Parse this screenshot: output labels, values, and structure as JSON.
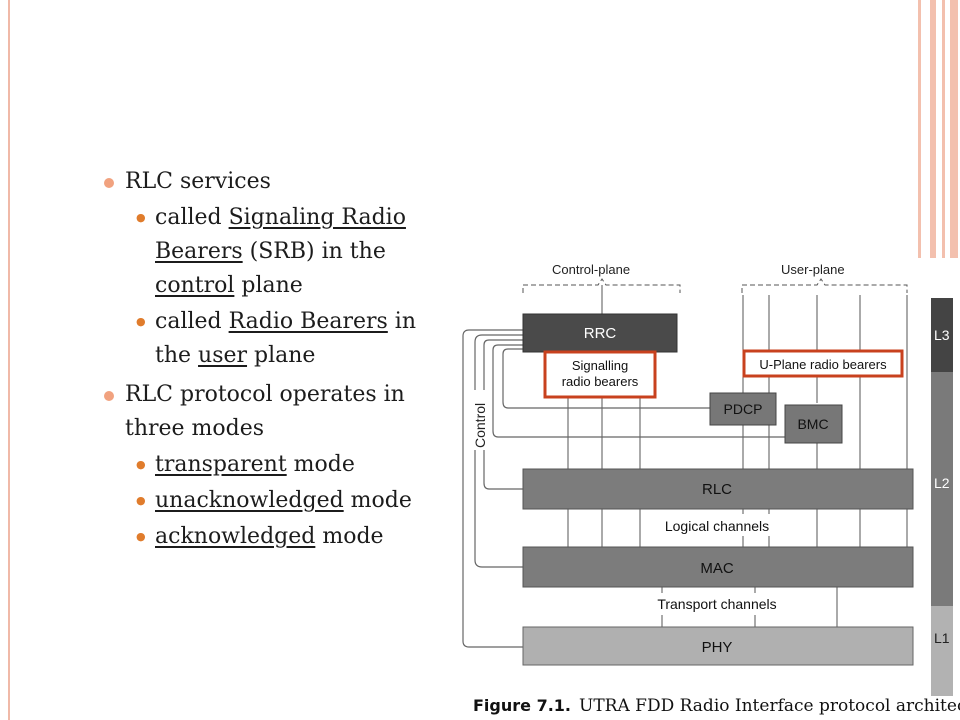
{
  "bullets": {
    "item1": "RLC services",
    "item1_sub1": {
      "pre": "called ",
      "u": "Signaling Radio Bearers",
      "post1": " (SRB) in the ",
      "u2": "control",
      "post2": " plane"
    },
    "item1_sub2": {
      "pre": "called ",
      "u": "Radio Bearers",
      "post1": " in the ",
      "u2": "user",
      "post2": " plane"
    },
    "item2": "RLC protocol operates in three modes",
    "item2_sub1": {
      "u": "transparent",
      "post": " mode"
    },
    "item2_sub2": {
      "u": "unacknowledged",
      "post": " mode"
    },
    "item2_sub3": {
      "u": "acknowledged",
      "post": " mode"
    }
  },
  "figure": {
    "control_plane": "Control-plane",
    "user_plane": "User-plane",
    "rrc": "RRC",
    "pdcp": "PDCP",
    "bmc": "BMC",
    "rlc": "RLC",
    "mac": "MAC",
    "phy": "PHY",
    "signalling_1": "Signalling",
    "signalling_2": "radio bearers",
    "uplane": "U-Plane radio bearers",
    "control": "Control",
    "logical": "Logical channels",
    "transport": "Transport channels",
    "l3": "L3",
    "l2": "L2",
    "l1": "L1",
    "caption_label": "Figure 7.1.",
    "caption_text": "UTRA FDD Radio Interface protocol architecture",
    "highlight_color": "#c8411e"
  }
}
